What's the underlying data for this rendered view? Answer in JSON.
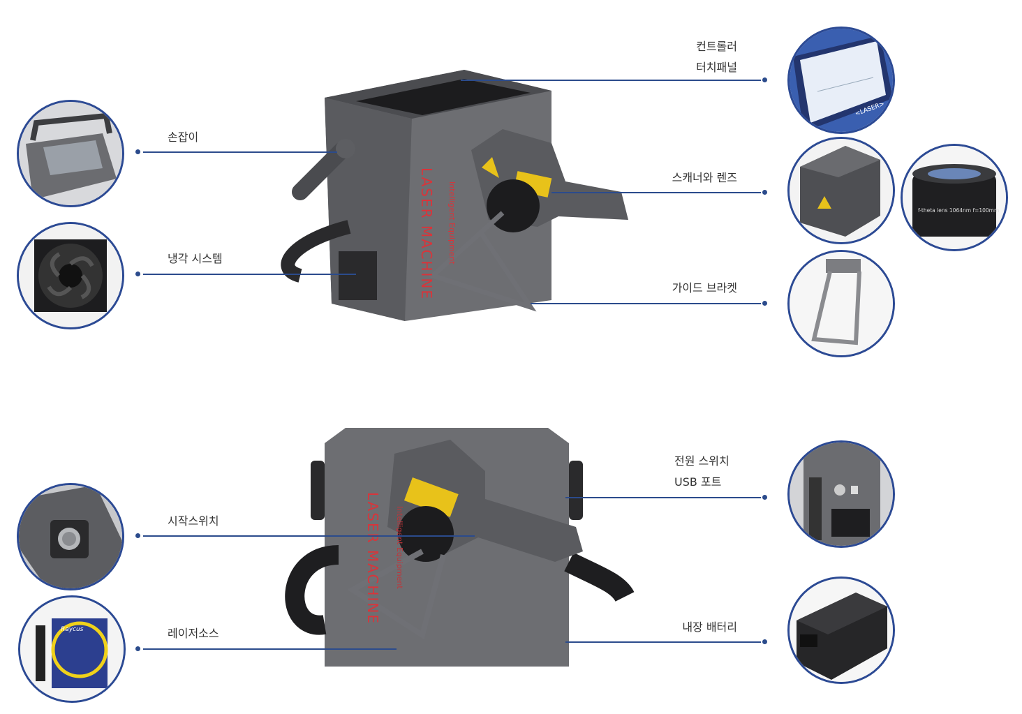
{
  "callouts": {
    "controller": {
      "line1": "컨트롤러",
      "line2": "터치패널"
    },
    "handle": "손잡이",
    "scanner_lens": "스캐너와 렌즈",
    "cooling": "냉각 시스템",
    "guide_bracket": "가이드 브라켓",
    "power_usb": {
      "line1": "전원 스위치",
      "line2": "USB 포트"
    },
    "start_switch": "시작스위치",
    "battery": "내장 배터리",
    "laser_source": "레이저소스"
  },
  "machine_text": {
    "brand": "LASER MACHINE",
    "subtitle": "Intelligent Equipment"
  },
  "lens_text": "f-theta lens 1064nm f=100mm",
  "source_brand": "Raycus",
  "screen_logo": "<LASER>",
  "colors": {
    "accent": "#2b4b8c",
    "machine": "#6e6f73",
    "brand_red": "#d9343a"
  }
}
